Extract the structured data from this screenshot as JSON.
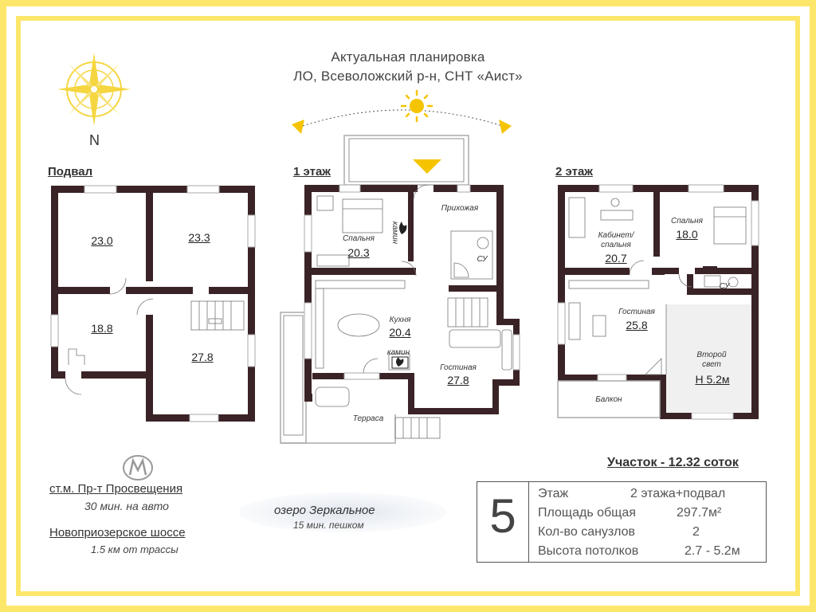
{
  "header": {
    "title_line1": "Актуальная планировка",
    "title_line2": "ЛО, Всеволожский р-н, СНТ «Аист»"
  },
  "compass": {
    "label": "N",
    "icon": "compass-rose-icon"
  },
  "sun": {
    "icon": "sun-icon"
  },
  "floors": {
    "basement": {
      "label": "Подвал",
      "rooms": [
        {
          "area": "23.0"
        },
        {
          "area": "23.3"
        },
        {
          "area": "18.8"
        },
        {
          "area": "27.8"
        }
      ]
    },
    "first": {
      "label": "1 этаж",
      "rooms": {
        "bedroom": {
          "name": "Спальня",
          "area": "20.3"
        },
        "fireplace1": {
          "name": "камин"
        },
        "hall": {
          "name": "Прихожая"
        },
        "bath": {
          "name": "СУ"
        },
        "kitchen": {
          "name": "Кухня",
          "area": "20.4"
        },
        "fireplace2": {
          "name": "камин"
        },
        "living": {
          "name": "Гостиная",
          "area": "27.8"
        },
        "terrace": {
          "name": "Терраса"
        }
      }
    },
    "second": {
      "label": "2 этаж",
      "rooms": {
        "office": {
          "name_line1": "Кабинет/",
          "name_line2": "спальня",
          "area": "20.7"
        },
        "bedroom": {
          "name": "Спальня",
          "area": "18.0"
        },
        "bath": {
          "name": "СУ"
        },
        "living": {
          "name": "Гостиная",
          "area": "25.8"
        },
        "second_light": {
          "name_line1": "Второй",
          "name_line2": "свет",
          "height": "Н 5.2м"
        },
        "balcony": {
          "name": "Балкон"
        }
      }
    }
  },
  "plot": {
    "label": "Участок - 12.32 соток"
  },
  "info_box": {
    "number": "5",
    "rows": [
      {
        "label": "Этаж",
        "value": "2 этажа+подвал"
      },
      {
        "label": "Площадь общая",
        "value": "297.7м²"
      },
      {
        "label": "Кол-во санузлов",
        "value": "2"
      },
      {
        "label": "Высота потолков",
        "value": "2.7 - 5.2м"
      }
    ]
  },
  "location": {
    "metro_icon": "metro-icon",
    "metro_name": "ст.м. Пр-т Просвещения",
    "metro_time": "30 мин. на авто",
    "highway_name": "Новоприозерское шоссе",
    "highway_dist": "1.5 км от трассы",
    "lake_name": "озеро Зеркальное",
    "lake_time": "15 мин. пешком"
  },
  "colors": {
    "frame": "#fde76a",
    "wall": "#3a2326",
    "text": "#333333",
    "accent": "#f5c400"
  }
}
